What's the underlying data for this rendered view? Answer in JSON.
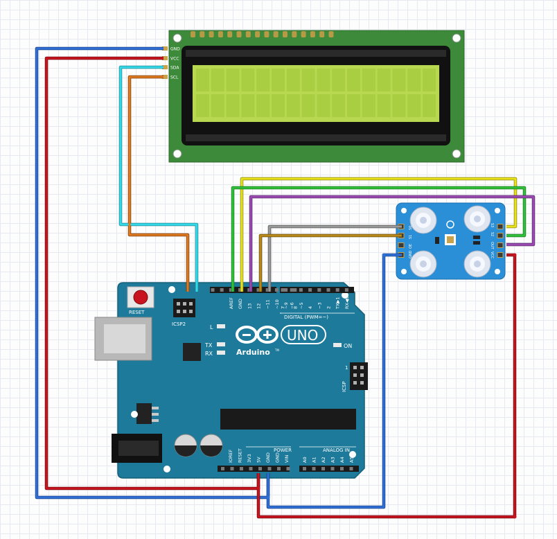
{
  "colors": {
    "gnd_wire": "#2f6fd6",
    "vcc_wire": "#c8141e",
    "sda_wire": "#34d8e6",
    "scl_wire": "#e07a20",
    "s0_wire": "#e8e21a",
    "s1_wire": "#30c03a",
    "s2_wire": "#9a4ab0",
    "s3_wire": "#9a9a9a",
    "out_wire": "#b88a1a",
    "arduino_board": "#1d7a9a",
    "lcd_board": "#3d8a3a",
    "lcd_screen": "#b7d850",
    "sensor_board": "#2a8fd6"
  },
  "lcd": {
    "pins": [
      "GND",
      "VCC",
      "SDA",
      "SCL"
    ]
  },
  "sensor": {
    "left_pins": [
      "S0",
      "S1",
      "OE",
      "GND"
    ],
    "right_pins": [
      "S3",
      "S2",
      "OUT",
      "VCC"
    ]
  },
  "arduino": {
    "reset_label": "RESET",
    "icsp2_label": "ICSP2",
    "icsp_label": "ICSP",
    "logo_name": "Arduino",
    "logo_tm": "TM",
    "model": "UNO",
    "on_label": "ON",
    "led_l": "L",
    "led_tx": "TX",
    "led_rx": "RX",
    "digital_label": "DIGITAL (PWM=~)",
    "digital_pins": [
      "AREF",
      "GND",
      "13",
      "12",
      "~11",
      "~10",
      "~9",
      "8",
      "7",
      "~6",
      "~5",
      "4",
      "~3",
      "2",
      "TX▶1",
      "RX◀0"
    ],
    "power_label": "POWER",
    "power_pins": [
      "IOREF",
      "RESET",
      "3V3",
      "5V",
      "GND",
      "GND",
      "VIN"
    ],
    "analog_label": "ANALOG IN",
    "analog_pins": [
      "A0",
      "A1",
      "A2",
      "A3",
      "A4",
      "A5"
    ],
    "icsp_one": "1"
  }
}
